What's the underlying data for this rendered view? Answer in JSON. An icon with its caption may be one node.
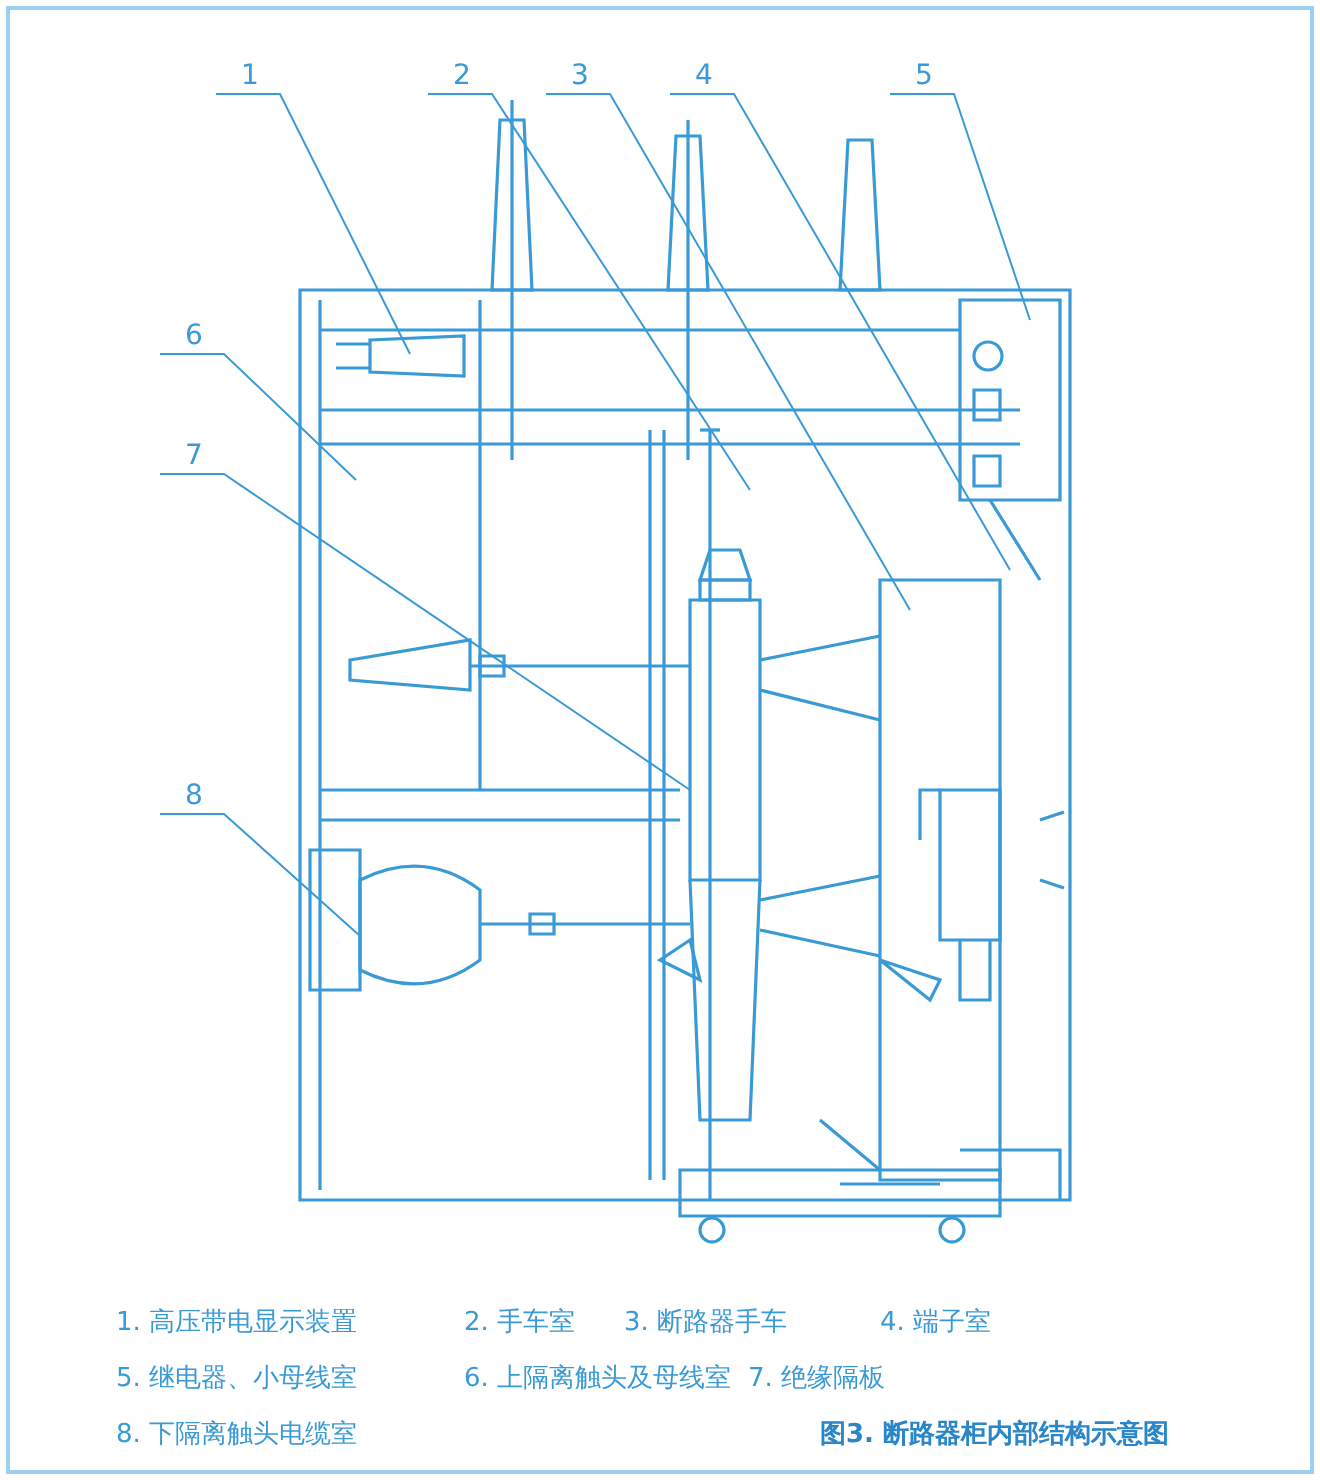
{
  "diagram": {
    "caption": "图3. 断路器柜内部结构示意图",
    "nodes": [
      {
        "text": [
          "1"
        ]
      },
      {
        "text": [
          "2"
        ]
      },
      {
        "text": [
          "3"
        ]
      },
      {
        "text": [
          "4"
        ]
      },
      {
        "text": [
          "5"
        ]
      },
      {
        "text": [
          "6"
        ]
      },
      {
        "text": [
          "7"
        ]
      },
      {
        "text": [
          "8"
        ]
      }
    ],
    "edges": [
      {
        "from": 0,
        "to": null,
        "arrow": "none"
      },
      {
        "from": 1,
        "to": null,
        "arrow": "none"
      },
      {
        "from": 2,
        "to": null,
        "arrow": "none"
      },
      {
        "from": 3,
        "to": null,
        "arrow": "none"
      },
      {
        "from": 4,
        "to": null,
        "arrow": "none"
      },
      {
        "from": 5,
        "to": null,
        "arrow": "none"
      },
      {
        "from": 6,
        "to": null,
        "arrow": "none"
      },
      {
        "from": 7,
        "to": null,
        "arrow": "none"
      }
    ],
    "labels": [
      "1. 高压带电显示装置",
      "2. 手车室",
      "3. 断路器手车",
      "4. 端子室",
      "5. 继电器、小母线室",
      "6. 上隔离触头及母线室",
      "7. 绝缘隔板",
      "8. 下隔离触头电缆室"
    ]
  }
}
